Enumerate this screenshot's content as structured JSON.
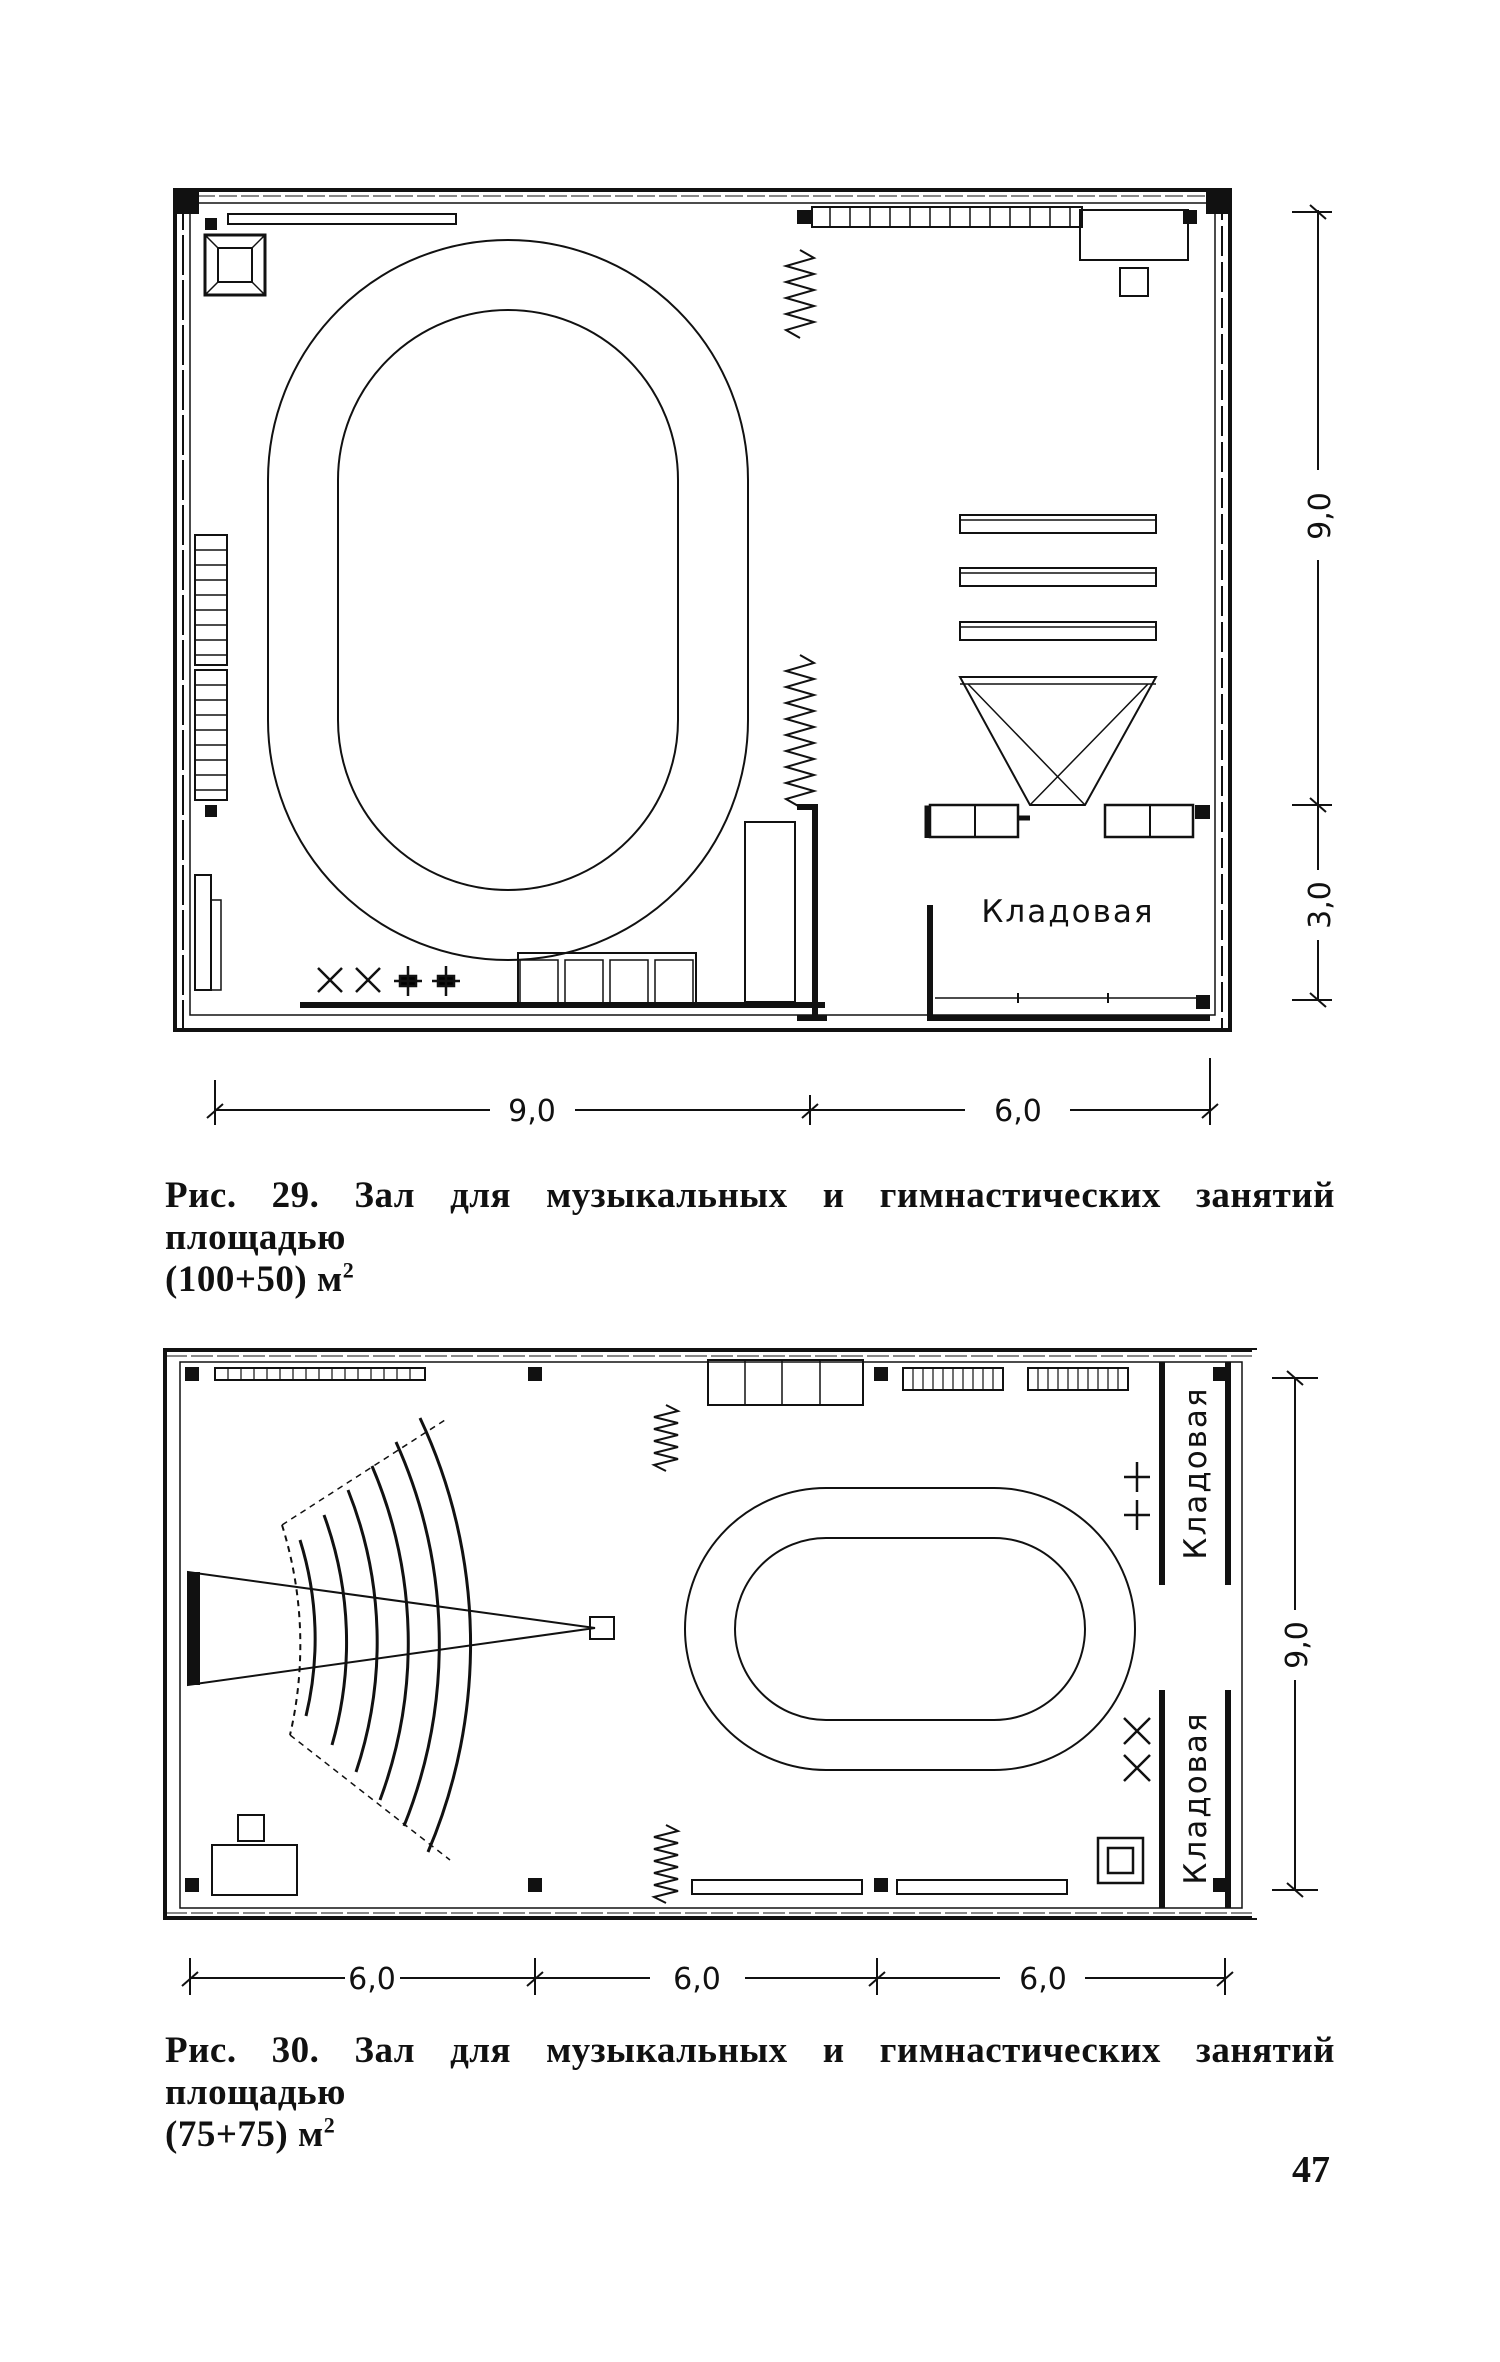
{
  "figure29": {
    "caption_line1": "Рис. 29. Зал для музыкальных и гимнастических занятий площадью",
    "caption_line2": "(100+50) м",
    "caption_sup": "2",
    "room_label": "Кладовая",
    "dim_right_top": "9,0",
    "dim_right_bottom": "3,0",
    "dim_bottom_left": "9,0",
    "dim_bottom_right": "6,0"
  },
  "figure30": {
    "caption_line1": "Рис. 30. Зал для музыкальных и гимнастических занятий площадью",
    "caption_line2": "(75+75) м",
    "caption_sup": "2",
    "room_label_top": "Кладовая",
    "room_label_bottom": "Кладовая",
    "dim_right": "9,0",
    "dim_bottom_1": "6,0",
    "dim_bottom_2": "6,0",
    "dim_bottom_3": "6,0"
  },
  "page_number": "47"
}
